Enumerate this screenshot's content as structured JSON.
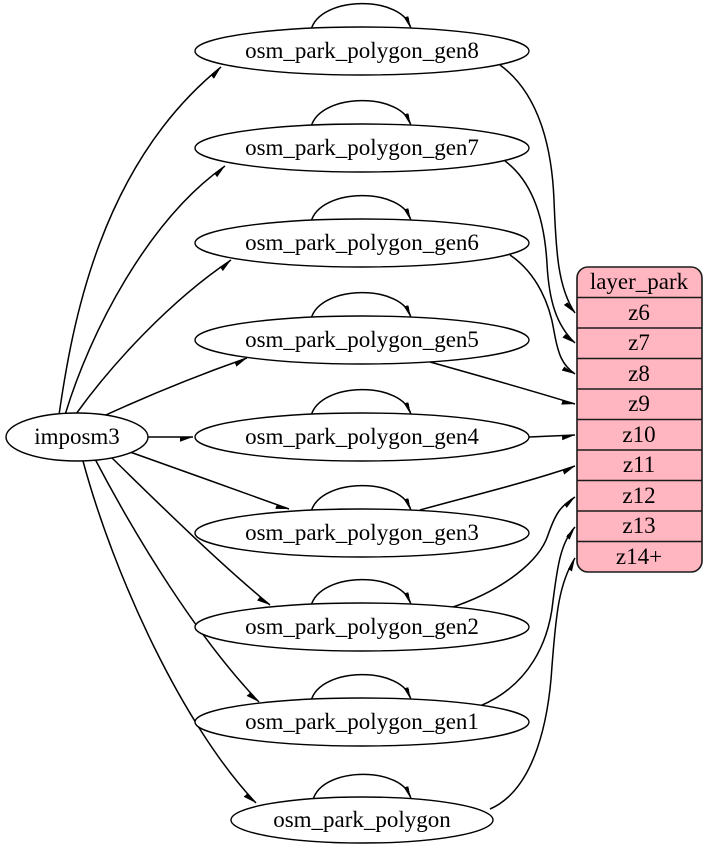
{
  "diagram": {
    "source": {
      "label": "imposm3"
    },
    "tables": [
      {
        "label": "osm_park_polygon_gen8",
        "feeds_zoom": "z6"
      },
      {
        "label": "osm_park_polygon_gen7",
        "feeds_zoom": "z7"
      },
      {
        "label": "osm_park_polygon_gen6",
        "feeds_zoom": "z8"
      },
      {
        "label": "osm_park_polygon_gen5",
        "feeds_zoom": "z9"
      },
      {
        "label": "osm_park_polygon_gen4",
        "feeds_zoom": "z10"
      },
      {
        "label": "osm_park_polygon_gen3",
        "feeds_zoom": "z11"
      },
      {
        "label": "osm_park_polygon_gen2",
        "feeds_zoom": "z12"
      },
      {
        "label": "osm_park_polygon_gen1",
        "feeds_zoom": "z13"
      },
      {
        "label": "osm_park_polygon",
        "feeds_zoom": "z14+"
      }
    ],
    "layer": {
      "title": "layer_park",
      "rows": [
        "z6",
        "z7",
        "z8",
        "z9",
        "z10",
        "z11",
        "z12",
        "z13",
        "z14+"
      ]
    },
    "edges": [
      {
        "from": "imposm3",
        "to": "osm_park_polygon_gen8"
      },
      {
        "from": "imposm3",
        "to": "osm_park_polygon_gen7"
      },
      {
        "from": "imposm3",
        "to": "osm_park_polygon_gen6"
      },
      {
        "from": "imposm3",
        "to": "osm_park_polygon_gen5"
      },
      {
        "from": "imposm3",
        "to": "osm_park_polygon_gen4"
      },
      {
        "from": "imposm3",
        "to": "osm_park_polygon_gen3"
      },
      {
        "from": "imposm3",
        "to": "osm_park_polygon_gen2"
      },
      {
        "from": "imposm3",
        "to": "osm_park_polygon_gen1"
      },
      {
        "from": "imposm3",
        "to": "osm_park_polygon"
      },
      {
        "from": "osm_park_polygon_gen8",
        "to": "osm_park_polygon_gen8"
      },
      {
        "from": "osm_park_polygon_gen7",
        "to": "osm_park_polygon_gen7"
      },
      {
        "from": "osm_park_polygon_gen6",
        "to": "osm_park_polygon_gen6"
      },
      {
        "from": "osm_park_polygon_gen5",
        "to": "osm_park_polygon_gen5"
      },
      {
        "from": "osm_park_polygon_gen4",
        "to": "osm_park_polygon_gen4"
      },
      {
        "from": "osm_park_polygon_gen3",
        "to": "osm_park_polygon_gen3"
      },
      {
        "from": "osm_park_polygon_gen2",
        "to": "osm_park_polygon_gen2"
      },
      {
        "from": "osm_park_polygon_gen1",
        "to": "osm_park_polygon_gen1"
      },
      {
        "from": "osm_park_polygon",
        "to": "osm_park_polygon"
      },
      {
        "from": "osm_park_polygon_gen8",
        "to": "layer_park.z6"
      },
      {
        "from": "osm_park_polygon_gen7",
        "to": "layer_park.z7"
      },
      {
        "from": "osm_park_polygon_gen6",
        "to": "layer_park.z8"
      },
      {
        "from": "osm_park_polygon_gen5",
        "to": "layer_park.z9"
      },
      {
        "from": "osm_park_polygon_gen4",
        "to": "layer_park.z10"
      },
      {
        "from": "osm_park_polygon_gen3",
        "to": "layer_park.z11"
      },
      {
        "from": "osm_park_polygon_gen2",
        "to": "layer_park.z12"
      },
      {
        "from": "osm_park_polygon_gen1",
        "to": "layer_park.z13"
      },
      {
        "from": "osm_park_polygon",
        "to": "layer_park.z14+"
      }
    ]
  },
  "colors": {
    "layer_fill": "#ffb6c1",
    "table_fill": "#ffffff",
    "stroke": "#000000",
    "text": "#000000"
  }
}
